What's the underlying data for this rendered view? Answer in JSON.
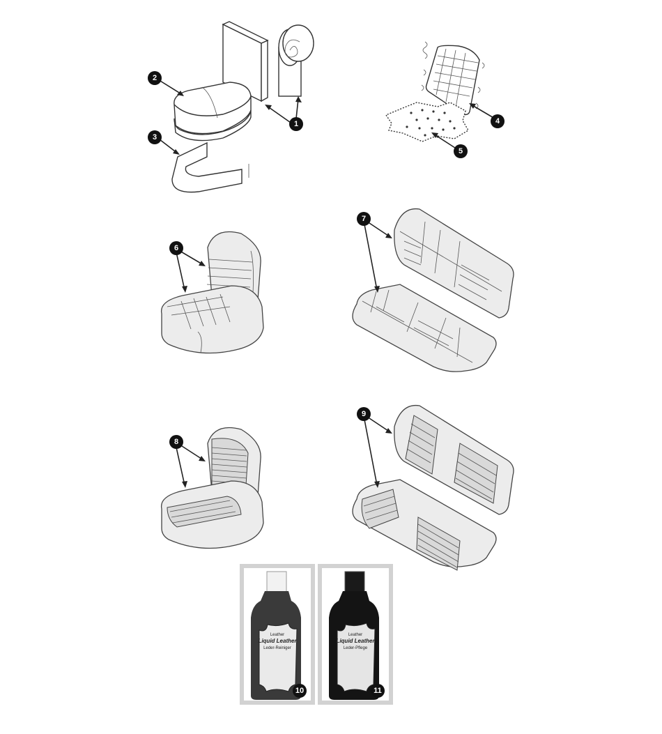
{
  "callouts": [
    {
      "id": "1",
      "label": "1"
    },
    {
      "id": "2",
      "label": "2"
    },
    {
      "id": "3",
      "label": "3"
    },
    {
      "id": "4",
      "label": "4"
    },
    {
      "id": "5",
      "label": "5"
    },
    {
      "id": "6",
      "label": "6"
    },
    {
      "id": "7",
      "label": "7"
    },
    {
      "id": "8",
      "label": "8"
    },
    {
      "id": "9",
      "label": "9"
    },
    {
      "id": "10",
      "label": "10"
    },
    {
      "id": "11",
      "label": "11"
    }
  ],
  "products": [
    {
      "brand": "Leather",
      "name": "Liquid Leather",
      "line2": "Leder-Reiniger",
      "color": "#3a3a3a"
    },
    {
      "brand": "Leather",
      "name": "Liquid Leather",
      "line2": "Leder-Pflege",
      "color": "#141414"
    }
  ]
}
